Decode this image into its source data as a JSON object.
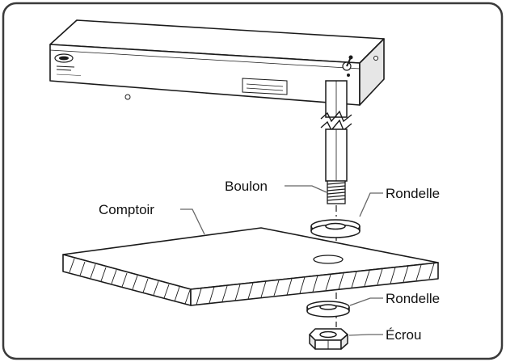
{
  "labels": {
    "boulon": "Boulon",
    "comptoir": "Comptoir",
    "rondelle_top": "Rondelle",
    "rondelle_bottom": "Rondelle",
    "ecrou": "Écrou"
  },
  "colors": {
    "frame_stroke": "#3a3a3a",
    "line": "#1a1a1a",
    "face_light": "#ffffff",
    "face_shade": "#e6e6e6",
    "leader": "#666666"
  },
  "icons": [
    "toggle-switch-icon",
    "logo-badge-icon"
  ]
}
